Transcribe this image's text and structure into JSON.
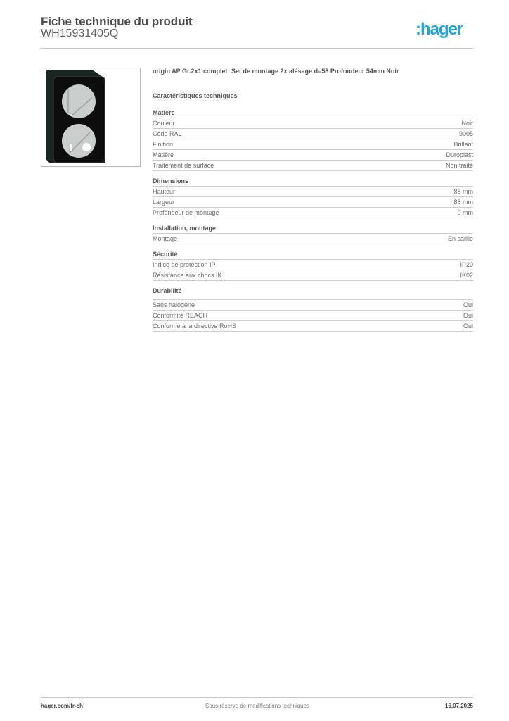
{
  "header": {
    "title": "Fiche technique du produit",
    "sku": "WH15931405Q",
    "logo_text": ":hager",
    "brand_color": "#1fa3e6"
  },
  "product": {
    "image_alt": "Boîtier apparent double noir avec deux alésages ronds",
    "description": "origin AP Gr.2x1 complet: Set de montage 2x alésage d=58 Profondeur 54mm Noir"
  },
  "characteristics_title": "Caractéristiques techniques",
  "sections": [
    {
      "title": "Matière",
      "rows": [
        {
          "label": "Couleur",
          "value": "Noir"
        },
        {
          "label": "Code RAL",
          "value": "9005"
        },
        {
          "label": "Finition",
          "value": "Brillant"
        },
        {
          "label": "Matière",
          "value": "Duroplast"
        },
        {
          "label": "Traitement de surface",
          "value": "Non traité"
        }
      ]
    },
    {
      "title": "Dimensions",
      "rows": [
        {
          "label": "Hauteur",
          "value": "88 mm"
        },
        {
          "label": "Largeur",
          "value": "88 mm"
        },
        {
          "label": "Profondeur de montage",
          "value": "0 mm"
        }
      ]
    },
    {
      "title": "Installation, montage",
      "rows": [
        {
          "label": "Montage",
          "value": "En saillie"
        }
      ]
    },
    {
      "title": "Sécurité",
      "rows": [
        {
          "label": "Indice de protection IP",
          "value": "IP20"
        },
        {
          "label": "Résistance aux chocs IK",
          "value": "IK02"
        }
      ]
    },
    {
      "title": "Durabilité",
      "rows": [
        {
          "label": "Sans halogène",
          "value": "Oui"
        },
        {
          "label": "Conformité REACH",
          "value": "Oui"
        },
        {
          "label": "Conforme à la directive RoHS",
          "value": "Oui"
        }
      ]
    }
  ],
  "footer": {
    "website": "hager.com/fr-ch",
    "disclaimer": "Sous réserve de modifications techniques",
    "date": "16.07.2025"
  }
}
